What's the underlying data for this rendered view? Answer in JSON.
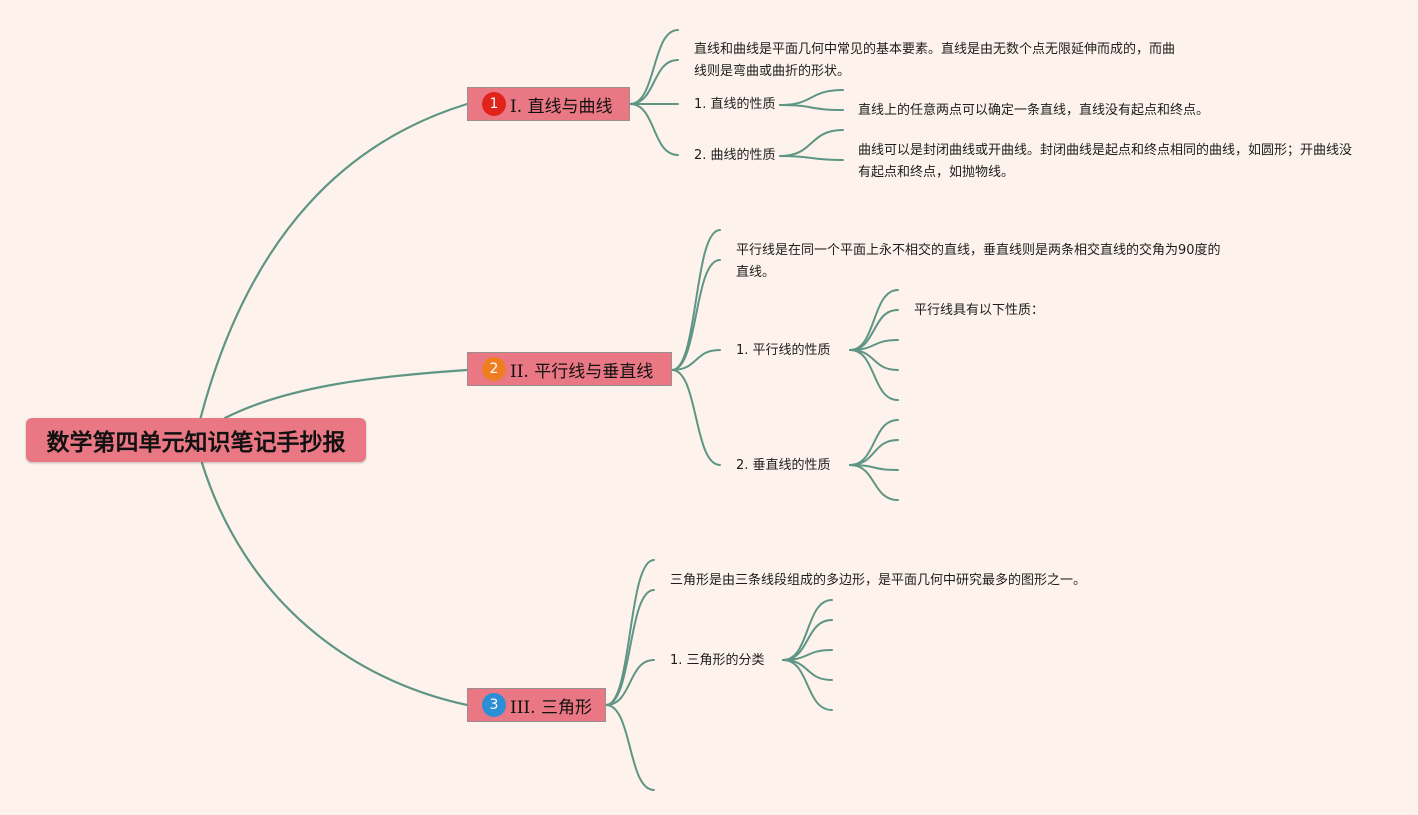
{
  "root": {
    "title": "数学第四单元知识笔记手抄报"
  },
  "colors": {
    "topic_fill": "#ea7884",
    "link": "#5e9585",
    "background": "#fdf3ec"
  },
  "topics": [
    {
      "badge": "1",
      "badge_color": "#e0241c",
      "title": "I. 直线与曲线",
      "intro": "直线和曲线是平面几何中常见的基本要素。直线是由无数个点无限延伸而成的，而曲线则是弯曲或曲折的形状。",
      "items": [
        {
          "label": "1. 直线的性质",
          "detail": "直线上的任意两点可以确定一条直线，直线没有起点和终点。"
        },
        {
          "label": "2. 曲线的性质",
          "detail": "曲线可以是封闭曲线或开曲线。封闭曲线是起点和终点相同的曲线，如圆形；开曲线没有起点和终点，如抛物线。"
        }
      ]
    },
    {
      "badge": "2",
      "badge_color": "#ef7d22",
      "title": "II. 平行线与垂直线",
      "intro": "平行线是在同一个平面上永不相交的直线，垂直线则是两条相交直线的交角为90度的直线。",
      "items": [
        {
          "label": "1. 平行线的性质",
          "detail": "平行线具有以下性质："
        },
        {
          "label": "2. 垂直线的性质",
          "detail": ""
        }
      ]
    },
    {
      "badge": "3",
      "badge_color": "#2c8fd6",
      "title": "III. 三角形",
      "intro": "三角形是由三条线段组成的多边形，是平面几何中研究最多的图形之一。",
      "items": [
        {
          "label": "1. 三角形的分类",
          "detail": ""
        }
      ]
    }
  ]
}
